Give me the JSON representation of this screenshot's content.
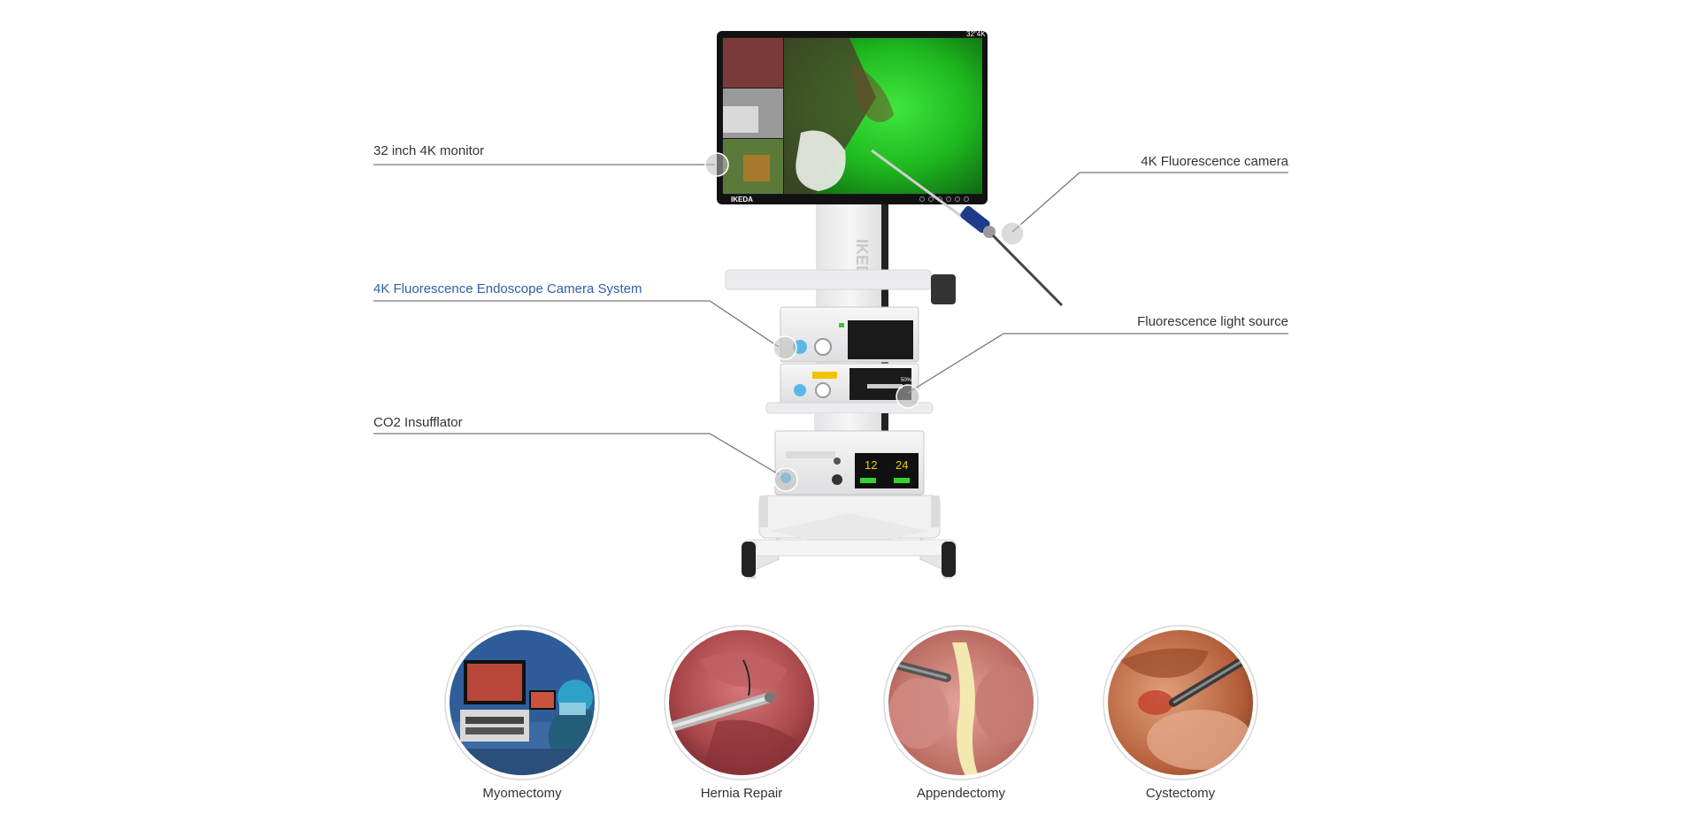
{
  "callouts": {
    "monitor": "32 inch 4K monitor",
    "camera_system": "4K Fluorescence Endoscope Camera System",
    "insufflator": "CO2 Insufflator",
    "camera": "4K Fluorescence camera",
    "light_source": "Fluorescence light source"
  },
  "brand": "IKEDA",
  "monitor_badge": "32\"4K",
  "insufflator_readout": {
    "left": "12",
    "right": "24"
  },
  "light_readout": "50%",
  "procedures": [
    {
      "label": "Myomectomy"
    },
    {
      "label": "Hernia Repair"
    },
    {
      "label": "Appendectomy"
    },
    {
      "label": "Cystectomy"
    }
  ],
  "colors": {
    "accent_label": "#2f5fa8",
    "fluorescence_green": "#22c022",
    "leader_line": "#777777"
  }
}
